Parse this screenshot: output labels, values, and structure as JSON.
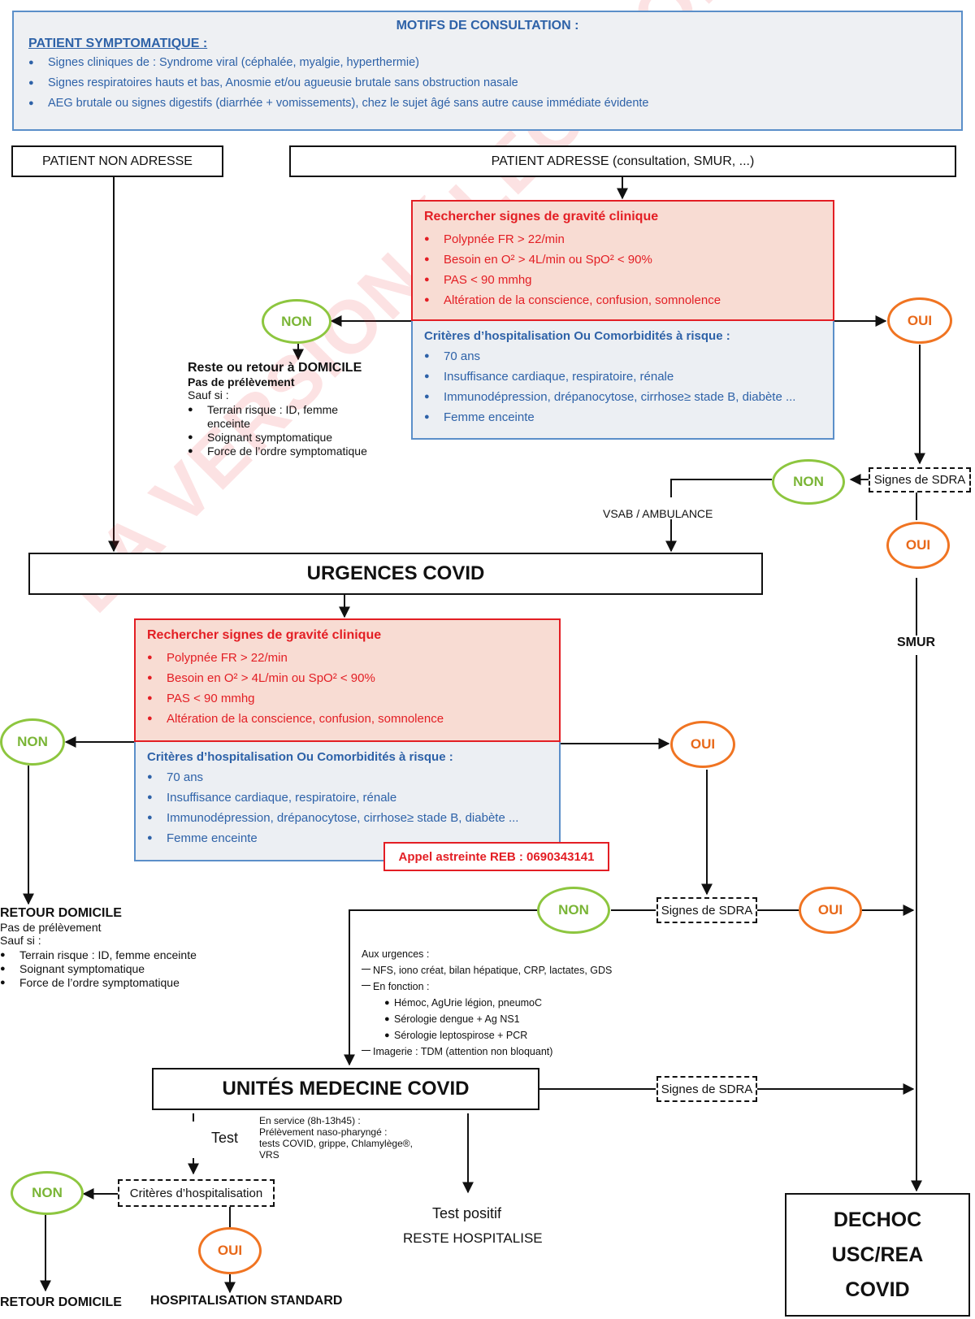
{
  "motifs": {
    "title": "MOTIFS DE CONSULTATION :",
    "subtitle": "PATIENT SYMPTOMATIQUE :",
    "items": [
      "Signes cliniques de : Syndrome viral (céphalée, myalgie, hyperthermie)",
      "Signes respiratoires hauts et bas, Anosmie et/ou agueusie brutale sans obstruction nasale",
      "AEG brutale ou  signes digestifs (diarrhée + vomissements), chez le sujet âgé sans autre cause immédiate évidente"
    ]
  },
  "patient_non_adresse": "PATIENT NON ADRESSE",
  "patient_adresse": "PATIENT ADRESSE (consultation, SMUR, ...)",
  "gravite": {
    "title": "Rechercher signes de  gravité clinique",
    "items": [
      "Polypnée FR > 22/min",
      "Besoin en O² > 4L/min  ou SpO² < 90%",
      "PAS < 90 mmhg",
      "Altération de la conscience, confusion, somnolence"
    ]
  },
  "criteres": {
    "title": "Critères d’hospitalisation Ou Comorbidités à risque :",
    "items": [
      "70 ans",
      "Insuffisance cardiaque, respiratoire, rénale",
      "Immunodépression, drépanocytose, cirrhose≥ stade B,  diabète ...",
      "Femme enceinte"
    ]
  },
  "labels": {
    "non": "NON",
    "oui": "OUI",
    "signes_sdra": "Signes de SDRA",
    "vsab": "VSAB / AMBULANCE",
    "smur": "SMUR",
    "test": "Test",
    "criteres_hosp": "Critères d’hospitalisation"
  },
  "domicile1": {
    "title": "Reste ou retour à DOMICILE",
    "sub1": "Pas de prélèvement",
    "sub2": "Sauf si :",
    "items": [
      "Terrain risque : ID, femme enceinte",
      "Soignant symptomatique",
      "Force de l’ordre symptomatique"
    ]
  },
  "urgences": "URGENCES COVID",
  "appel": "Appel astreinte REB : 0690343141",
  "domicile2": {
    "title": "RETOUR DOMICILE",
    "sub1": "Pas de prélèvement",
    "sub2": "Sauf si :",
    "items": [
      "Terrain risque : ID, femme enceinte",
      "Soignant symptomatique",
      "Force de l’ordre symptomatique"
    ]
  },
  "aux_urgences": {
    "title": "Aux urgences :",
    "line1": "NFS, iono créat, bilan hépatique, CRP, lactates, GDS",
    "line2": "En fonction :",
    "sub": [
      "Hémoc, AgUrie légion, pneumoC",
      "Sérologie dengue + Ag NS1",
      "Sérologie leptospirose + PCR"
    ],
    "line3": "Imagerie : TDM (attention non bloquant)"
  },
  "unites": "UNITÉS MEDECINE COVID",
  "en_service": {
    "l1": "En service (8h-13h45) :",
    "l2": "Prélèvement naso-pharyngé :",
    "l3": "tests COVID, grippe, Chlamylège®,",
    "l4": "VRS"
  },
  "test_positif": "Test positif",
  "reste_hosp": "RESTE HOSPITALISE",
  "retour_domicile": "RETOUR DOMICILE",
  "hosp_standard": "HOSPITALISATION  STANDARD",
  "dechoc": {
    "l1": "DECHOC",
    "l2": "USC/REA",
    "l3": "COVID"
  },
  "watermark": "LA VERSION ÉLECTRONIQUE FAIT FOI"
}
